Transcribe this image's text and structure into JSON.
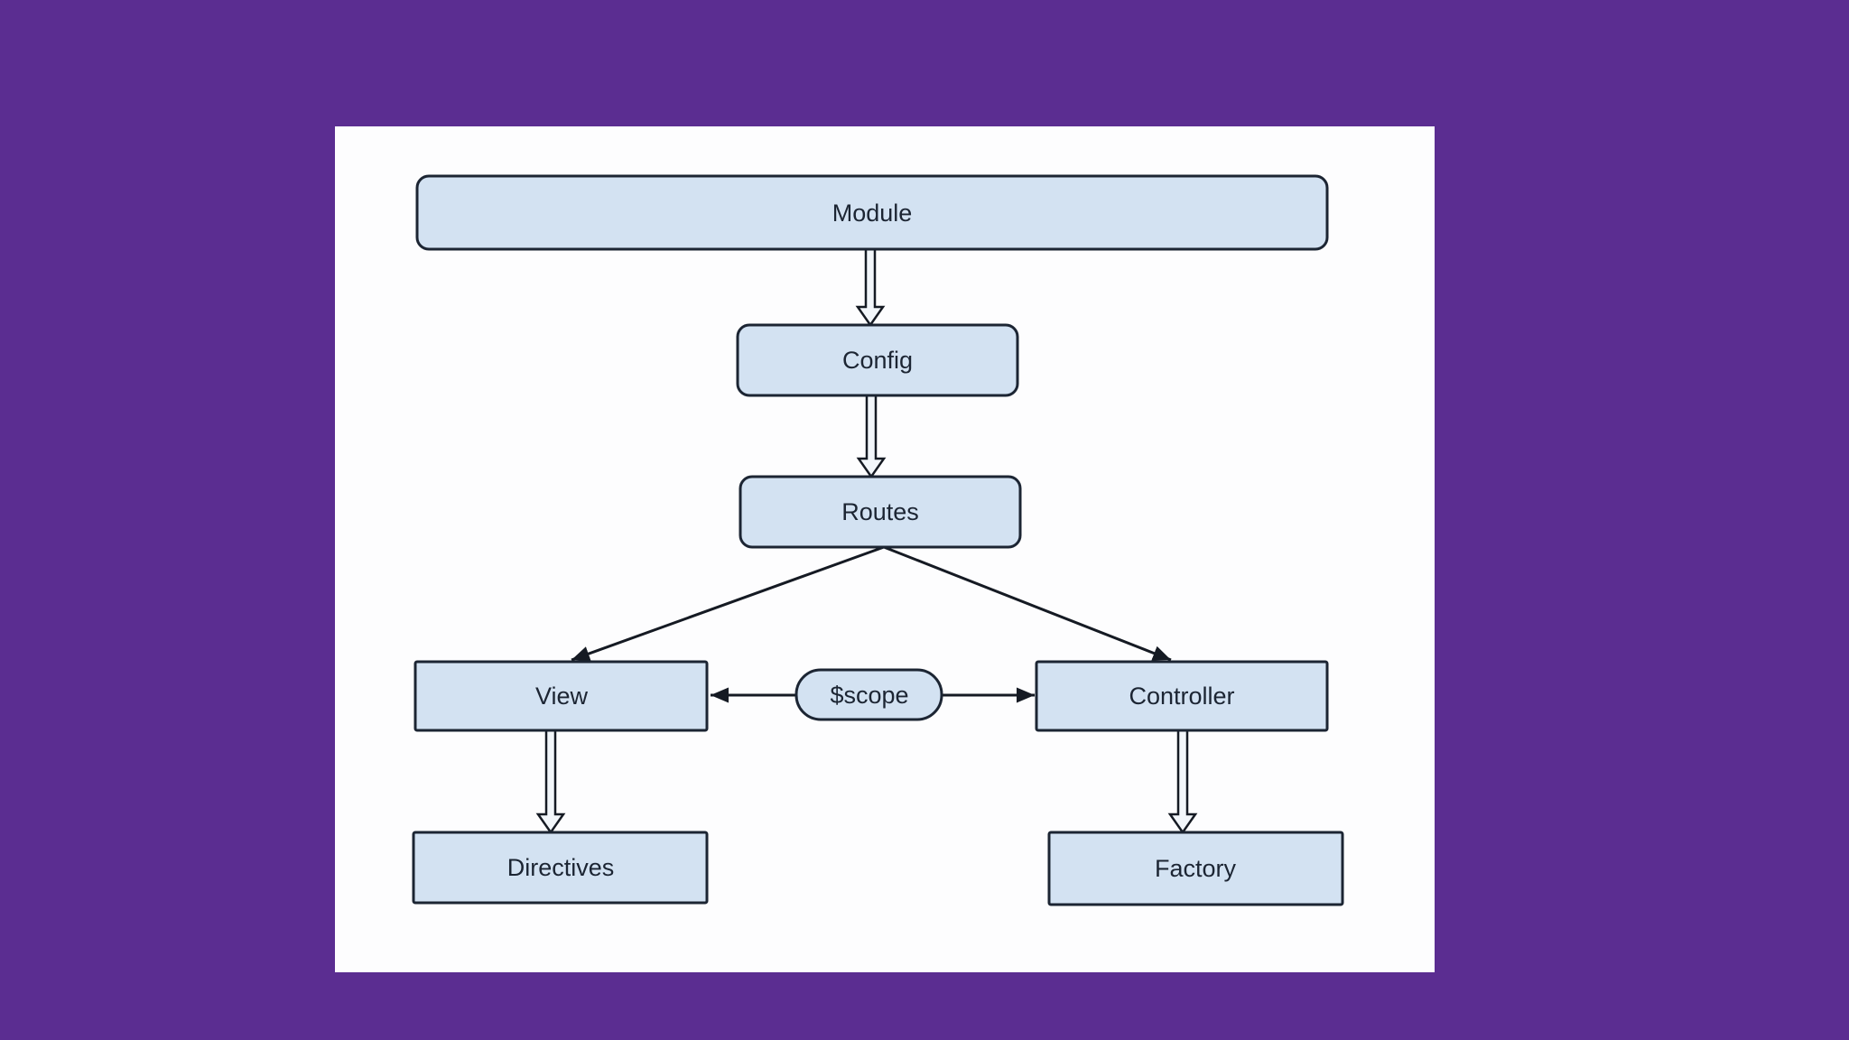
{
  "diagram": {
    "nodes": {
      "module": {
        "label": "Module"
      },
      "config": {
        "label": "Config"
      },
      "routes": {
        "label": "Routes"
      },
      "view": {
        "label": "View"
      },
      "scope": {
        "label": "$scope"
      },
      "controller": {
        "label": "Controller"
      },
      "directives": {
        "label": "Directives"
      },
      "factory": {
        "label": "Factory"
      }
    },
    "edges": [
      {
        "from": "Module",
        "to": "Config",
        "type": "hollow-arrow",
        "direction": "down"
      },
      {
        "from": "Config",
        "to": "Routes",
        "type": "hollow-arrow",
        "direction": "down"
      },
      {
        "from": "Routes",
        "to": "View",
        "type": "line-arrow",
        "direction": "down-left"
      },
      {
        "from": "Routes",
        "to": "Controller",
        "type": "line-arrow",
        "direction": "down-right"
      },
      {
        "from": "$scope",
        "to": "View",
        "type": "line-arrow",
        "direction": "left"
      },
      {
        "from": "$scope",
        "to": "Controller",
        "type": "line-arrow",
        "direction": "right"
      },
      {
        "from": "View",
        "to": "Directives",
        "type": "hollow-arrow",
        "direction": "down"
      },
      {
        "from": "Controller",
        "to": "Factory",
        "type": "hollow-arrow",
        "direction": "down"
      }
    ],
    "colors": {
      "background": "#5b2d91",
      "canvas": "#fdfdfe",
      "node_fill": "#d3e2f2",
      "node_border": "#1c2533",
      "label_text": "#1c2533",
      "arrow_stroke": "#151a23",
      "arrow_fill": "#f2f6fa"
    }
  }
}
